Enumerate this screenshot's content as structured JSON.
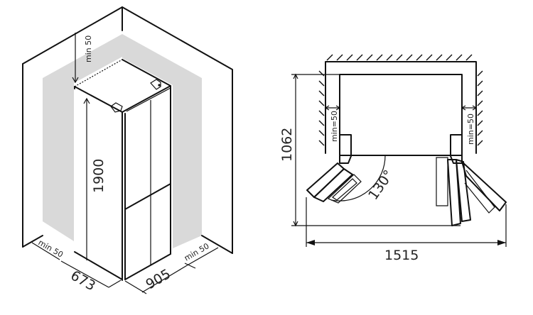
{
  "diagram": {
    "left_view": {
      "type": "isometric-installation-view",
      "labels": {
        "top_clearance": "min 50",
        "height": "1900",
        "left_clearance": "min 50",
        "depth": "673",
        "width": "905",
        "right_clearance": "min 50"
      }
    },
    "right_view": {
      "type": "top-down-door-swing-view",
      "labels": {
        "depth_open": "1062",
        "left_side_clearance": "min=50",
        "right_side_clearance": "min=50",
        "door_angle": "130°",
        "total_width_open": "1515"
      }
    },
    "colors": {
      "line": "#111111",
      "clearance_shade": "#d9d9d9",
      "background": "#ffffff"
    }
  }
}
